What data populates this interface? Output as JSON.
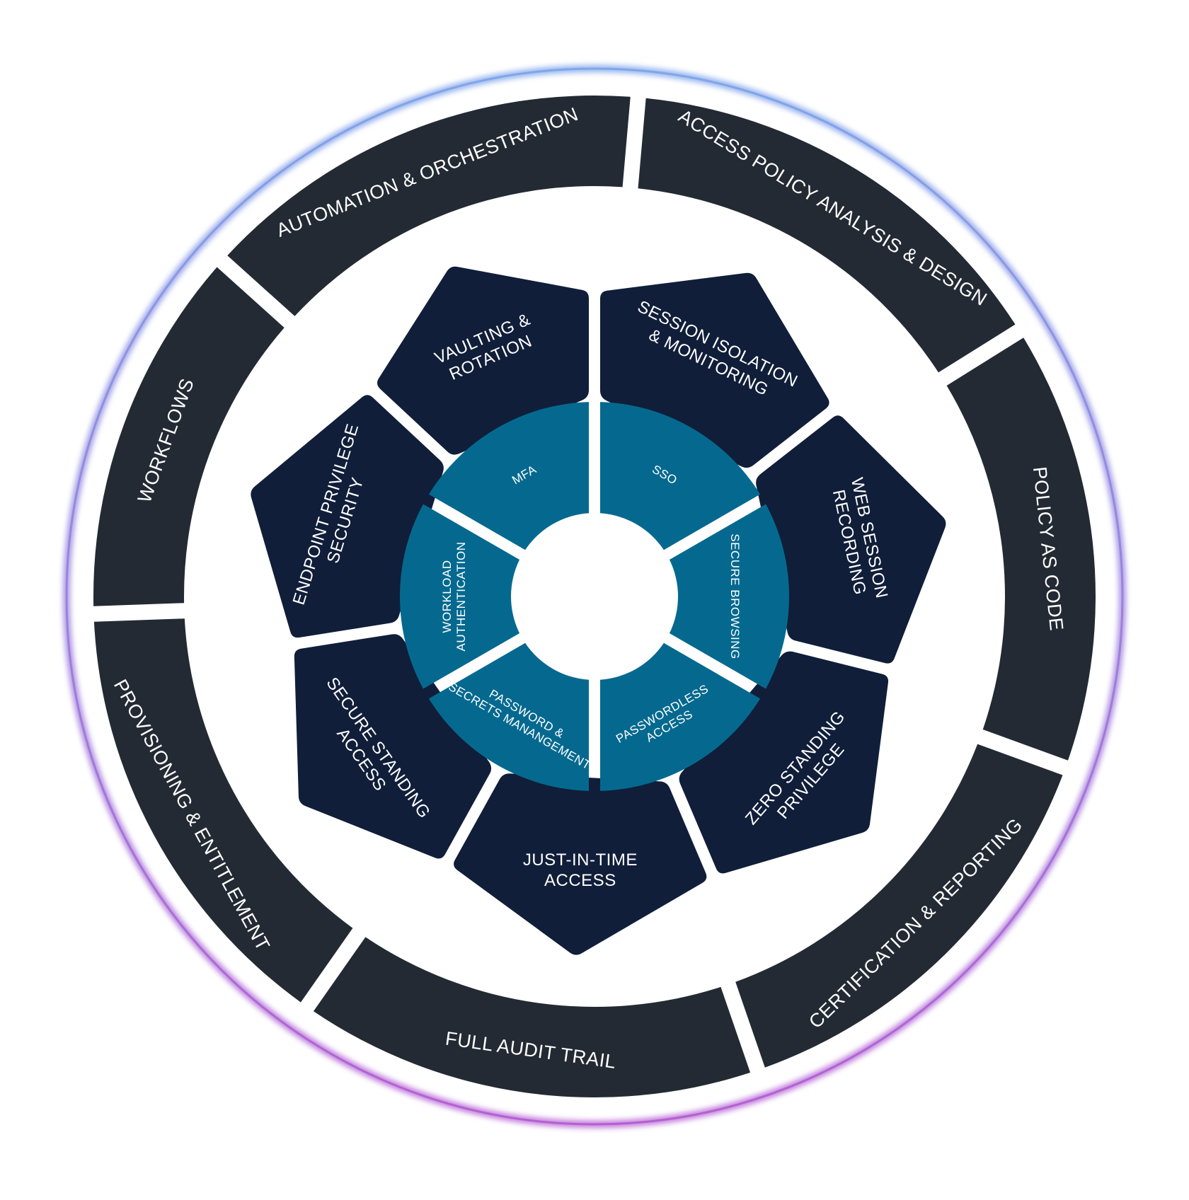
{
  "colors": {
    "outer_segment": "#232a33",
    "middle_segment": "#101e39",
    "inner_segment": "#05698f",
    "halo_start": "#7fa6ea",
    "halo_end": "#b55fd3",
    "label": "#ffffff"
  },
  "outer_ring": [
    {
      "id": "automation",
      "lines": [
        "AUTOMATION & ORCHESTRATION"
      ]
    },
    {
      "id": "access-policy",
      "lines": [
        "ACCESS POLICY ANALYSIS & DESIGN"
      ]
    },
    {
      "id": "policy-as-code",
      "lines": [
        "POLICY AS CODE"
      ]
    },
    {
      "id": "certification",
      "lines": [
        "CERTIFICATION & REPORTING"
      ]
    },
    {
      "id": "audit-trail",
      "lines": [
        "FULL AUDIT TRAIL"
      ]
    },
    {
      "id": "provisioning",
      "lines": [
        "PROVISIONING & ENTITLEMENT"
      ]
    },
    {
      "id": "workflows",
      "lines": [
        "WORKFLOWS"
      ]
    }
  ],
  "middle_ring": [
    {
      "id": "session-isolation",
      "lines": [
        "SESSION ISOLATION",
        "& MONITORING"
      ]
    },
    {
      "id": "web-session",
      "lines": [
        "WEB SESSION",
        "RECORDING"
      ]
    },
    {
      "id": "zero-standing",
      "lines": [
        "ZERO STANDING",
        "PRIVILEGE"
      ]
    },
    {
      "id": "just-in-time",
      "lines": [
        "JUST-IN-TIME",
        "ACCESS"
      ]
    },
    {
      "id": "secure-standing",
      "lines": [
        "SECURE STANDING",
        "ACCESS"
      ]
    },
    {
      "id": "endpoint-privilege",
      "lines": [
        "ENDPOINT PRIVILEGE",
        "SECURITY"
      ]
    },
    {
      "id": "vaulting",
      "lines": [
        "VAULTING &",
        "ROTATION"
      ]
    }
  ],
  "inner_ring": [
    {
      "id": "sso",
      "lines": [
        "SSO"
      ]
    },
    {
      "id": "secure-browsing",
      "lines": [
        "SECURE BROWSING"
      ]
    },
    {
      "id": "passwordless",
      "lines": [
        "PASSWORDLESS",
        "ACCESS"
      ]
    },
    {
      "id": "password-secrets",
      "lines": [
        "PASSWORD &",
        "SECRETS MANANGEMENT"
      ]
    },
    {
      "id": "workload-auth",
      "lines": [
        "WORKLOAD",
        "AUTHENTICATION"
      ]
    },
    {
      "id": "mfa",
      "lines": [
        "MFA"
      ]
    }
  ]
}
